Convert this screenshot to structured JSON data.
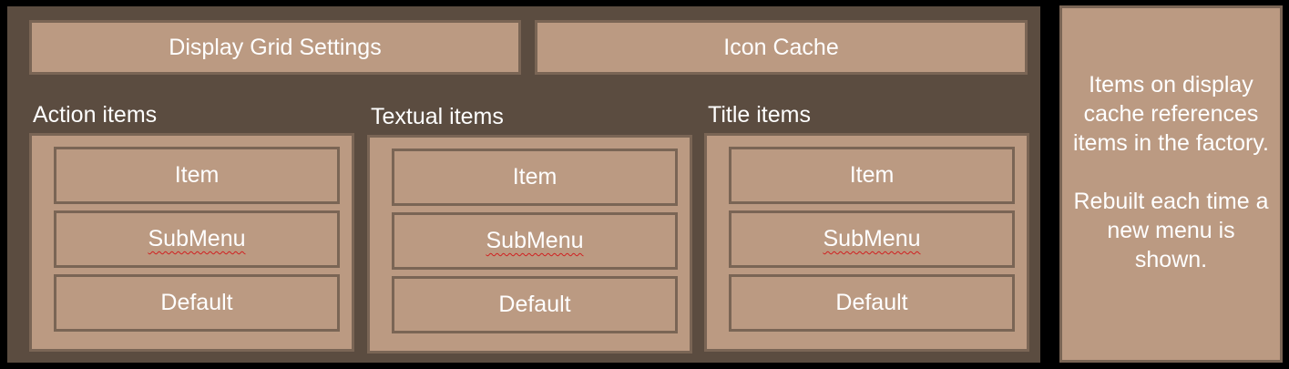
{
  "header": {
    "display_grid_settings": "Display Grid Settings",
    "icon_cache": "Icon Cache"
  },
  "groups": [
    {
      "label": "Action items",
      "items": [
        "Item",
        "SubMenu",
        "Default"
      ]
    },
    {
      "label": "Textual items",
      "items": [
        "Item",
        "SubMenu",
        "Default"
      ]
    },
    {
      "label": "Title items",
      "items": [
        "Item",
        "SubMenu",
        "Default"
      ]
    }
  ],
  "side_note": {
    "paragraph1": "Items on display cache references items in the factory.",
    "paragraph2": "Rebuilt each time a new menu is shown."
  },
  "colors": {
    "background": "#000000",
    "panel": "#5b4c40",
    "box_fill": "#bb9a82",
    "box_border": "#7a6555",
    "text": "#ffffff",
    "spellcheck_underline": "#d02020"
  }
}
